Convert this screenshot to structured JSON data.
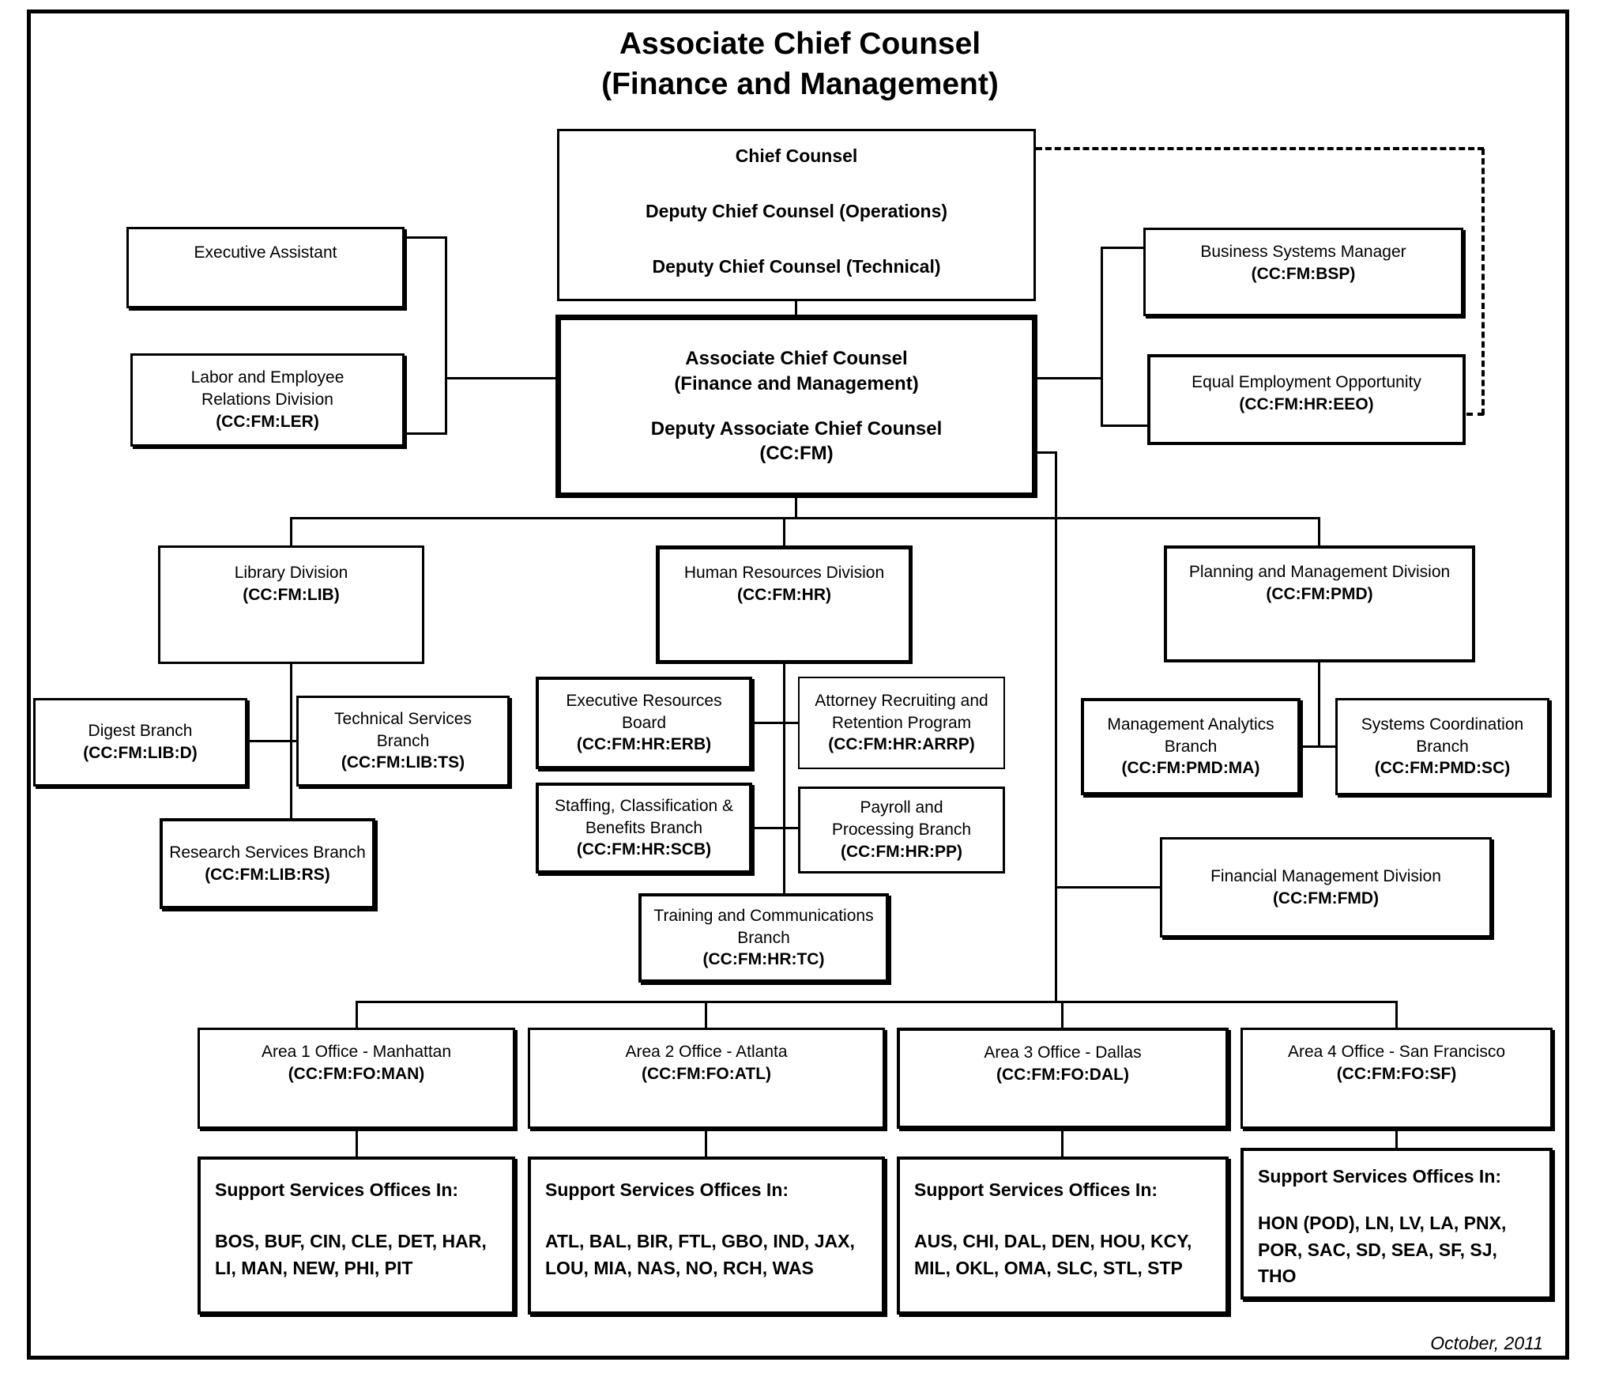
{
  "title": {
    "line1": "Associate Chief Counsel",
    "line2": "(Finance and Management)"
  },
  "date_note": "October, 2011",
  "boxes": {
    "chief_counsel": {
      "lines": [
        "Chief Counsel",
        "Deputy Chief Counsel (Operations)",
        "Deputy Chief Counsel (Technical)"
      ]
    },
    "associate_chief_counsel": {
      "line1": "Associate Chief Counsel",
      "line2": "(Finance and Management)",
      "line3": "Deputy Associate Chief Counsel",
      "line4": "(CC:FM)"
    },
    "executive_assistant": {
      "name": "Executive Assistant"
    },
    "labor_employee_relations": {
      "name": "Labor and Employee Relations Division",
      "code": "(CC:FM:LER)"
    },
    "business_systems_manager": {
      "name": "Business Systems Manager",
      "code": "(CC:FM:BSP)"
    },
    "equal_employment_opportunity": {
      "name": "Equal Employment Opportunity",
      "code": "(CC:FM:HR:EEO)"
    },
    "library_division": {
      "name": "Library Division",
      "code": "(CC:FM:LIB)"
    },
    "human_resources_division": {
      "name": "Human Resources Division",
      "code": "(CC:FM:HR)"
    },
    "planning_management_division": {
      "name": "Planning and Management Division",
      "code": "(CC:FM:PMD)"
    },
    "digest_branch": {
      "name": "Digest Branch",
      "code": "(CC:FM:LIB:D)"
    },
    "technical_services_branch": {
      "name": "Technical Services Branch",
      "code": "(CC:FM:LIB:TS)"
    },
    "research_services_branch": {
      "name": "Research Services Branch",
      "code": "(CC:FM:LIB:RS)"
    },
    "executive_resources_board": {
      "name": "Executive Resources Board",
      "code": "(CC:FM:HR:ERB)"
    },
    "attorney_recruiting_retention": {
      "name": "Attorney Recruiting and Retention Program",
      "code": "(CC:FM:HR:ARRP)"
    },
    "staffing_classification_benefits": {
      "name": "Staffing, Classification & Benefits Branch",
      "code": "(CC:FM:HR:SCB)"
    },
    "payroll_processing": {
      "name": "Payroll and Processing Branch",
      "code": "(CC:FM:HR:PP)"
    },
    "training_communications": {
      "name": "Training and Communications Branch",
      "code": "(CC:FM:HR:TC)"
    },
    "management_analytics": {
      "name": "Management Analytics Branch",
      "code": "(CC:FM:PMD:MA)"
    },
    "systems_coordination": {
      "name": "Systems Coordination Branch",
      "code": "(CC:FM:PMD:SC)"
    },
    "financial_management_division": {
      "name": "Financial Management Division",
      "code": "(CC:FM:FMD)"
    },
    "area1": {
      "name": "Area 1 Office - Manhattan",
      "code": "(CC:FM:FO:MAN)"
    },
    "area2": {
      "name": "Area 2 Office - Atlanta",
      "code": "(CC:FM:FO:ATL)"
    },
    "area3": {
      "name": "Area 3 Office - Dallas",
      "code": "(CC:FM:FO:DAL)"
    },
    "area4": {
      "name": "Area 4 Office - San Francisco",
      "code": "(CC:FM:FO:SF)"
    },
    "support1": {
      "header": "Support Services Offices In:",
      "cities": "BOS, BUF, CIN, CLE, DET, HAR, LI, MAN, NEW, PHI, PIT"
    },
    "support2": {
      "header": "Support Services Offices In:",
      "cities": "ATL, BAL, BIR, FTL, GBO, IND, JAX,  LOU,  MIA, NAS,  NO, RCH, WAS"
    },
    "support3": {
      "header": "Support Services Offices In:",
      "cities": "AUS, CHI, DAL, DEN, HOU, KCY, MIL, OKL,  OMA, SLC, STL, STP"
    },
    "support4": {
      "header": "Support Services Offices In:",
      "cities": "HON (POD), LN, LV, LA, PNX, POR, SAC, SD, SEA, SF, SJ, THO"
    }
  }
}
